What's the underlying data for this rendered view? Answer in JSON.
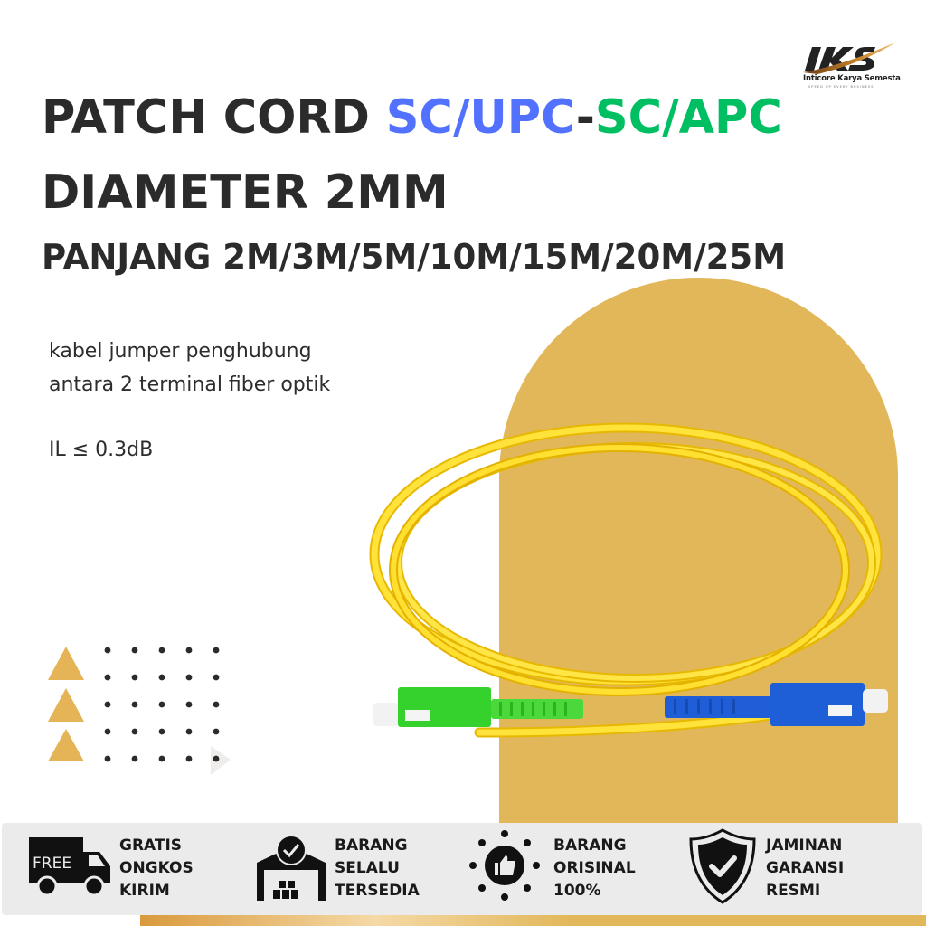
{
  "brand": {
    "logo_letters": "IKS",
    "company_name": "Inticore Karya Semesta",
    "tagline": "SPEED UP EVERY BUSINESS"
  },
  "headline": {
    "line1_prefix": "PATCH CORD ",
    "line1_upc": "SC/UPC",
    "line1_dash": "-",
    "line1_apc": "SC/APC",
    "line2": "DIAMETER 2MM",
    "line3": "PANJANG 2M/3M/5M/10M/15M/20M/25M"
  },
  "colors": {
    "upc_blue": "#5271ff",
    "apc_green": "#00bf63",
    "accent_gold": "#e2b75a",
    "text_dark": "#2b2b2b",
    "footer_bg": "#ebebeb"
  },
  "description": {
    "line1": "kabel jumper penghubung",
    "line2": "antara 2 terminal fiber optik"
  },
  "spec": {
    "insertion_loss": "IL ≤ 0.3dB"
  },
  "product_image": {
    "subject": "yellow fiber patch cord coil",
    "left_connector": "SC/APC green connector",
    "right_connector": "SC/UPC blue connector"
  },
  "footer": {
    "badges": [
      {
        "icon": "free-truck-icon",
        "icon_text": "FREE",
        "lines": [
          "GRATIS",
          "ONGKOS",
          "KIRIM"
        ]
      },
      {
        "icon": "warehouse-check-icon",
        "lines": [
          "BARANG",
          "SELALU",
          "TERSEDIA"
        ]
      },
      {
        "icon": "original-thumbs-up-badge-icon",
        "lines": [
          "BARANG",
          "ORISINAL",
          "100%"
        ]
      },
      {
        "icon": "shield-check-icon",
        "lines": [
          "JAMINAN",
          "GARANSI",
          "RESMI"
        ]
      }
    ]
  }
}
